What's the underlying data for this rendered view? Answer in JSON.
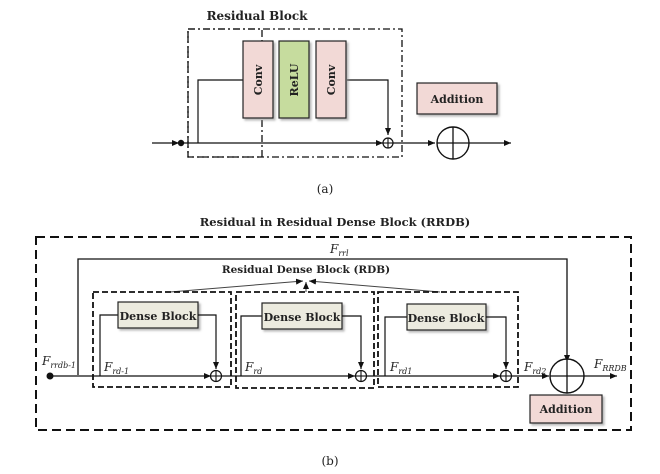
{
  "panel_a": {
    "title": "Residual Block",
    "layers": [
      {
        "label": "Conv",
        "color": "#f2d9d6"
      },
      {
        "label": "ReLU",
        "color": "#c6dc9e"
      },
      {
        "label": "Conv",
        "color": "#f2d9d6"
      }
    ],
    "legend_label": "Addition",
    "legend_color": "#f2d9d6",
    "caption": "(a)"
  },
  "panel_b": {
    "title": "Residual in Residual Dense Block (RRDB)",
    "rdb_label": "Residual Dense Block (RDB)",
    "dense_block_label": "Dense Block",
    "dense_block_color": "#ecebdf",
    "labels": {
      "input": "F",
      "input_sub": "rrdb-1",
      "skip": "F",
      "skip_sub": "rrl",
      "rd_minus_1": "F",
      "rd_minus_1_sub": "rd-1",
      "rd": "F",
      "rd_sub": "rd",
      "rd1": "F",
      "rd1_sub": "rd1",
      "rd2": "F",
      "rd2_sub": "rd2",
      "output": "F",
      "output_sub": "RRDB"
    },
    "legend_label": "Addition",
    "legend_color": "#f2d9d6",
    "caption": "(b)"
  }
}
